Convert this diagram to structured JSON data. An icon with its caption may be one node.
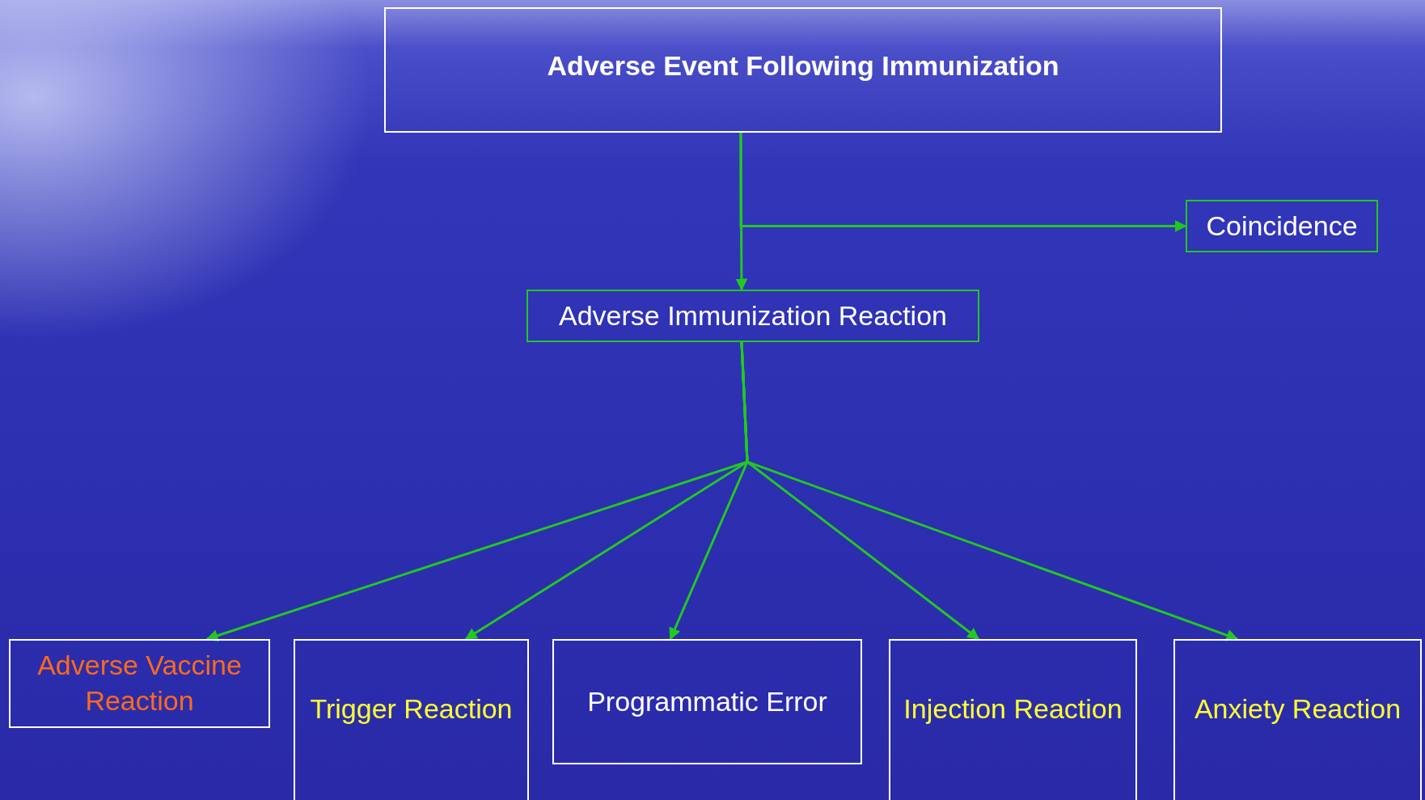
{
  "diagram": {
    "nodes": [
      {
        "text": [
          "Adverse Event Following Immunization"
        ]
      },
      {
        "text": [
          "Coincidence"
        ]
      },
      {
        "text": [
          "Adverse Immunization Reaction"
        ]
      },
      {
        "text": [
          "Adverse Vaccine Reaction"
        ]
      },
      {
        "text": [
          "Trigger Reaction"
        ]
      },
      {
        "text": [
          "Programmatic Error"
        ]
      },
      {
        "text": [
          "Injection Reaction"
        ]
      },
      {
        "text": [
          "Anxiety Reaction"
        ]
      }
    ],
    "edges": [
      {
        "from": 0,
        "to": 2,
        "arrow": "to"
      },
      {
        "from": 0,
        "to": 1,
        "arrow": "to"
      },
      {
        "from": 2,
        "to": 3,
        "arrow": "to"
      },
      {
        "from": 2,
        "to": 4,
        "arrow": "to"
      },
      {
        "from": 2,
        "to": 5,
        "arrow": "to"
      },
      {
        "from": 2,
        "to": 6,
        "arrow": "to"
      },
      {
        "from": 2,
        "to": 7,
        "arrow": "to"
      }
    ]
  }
}
